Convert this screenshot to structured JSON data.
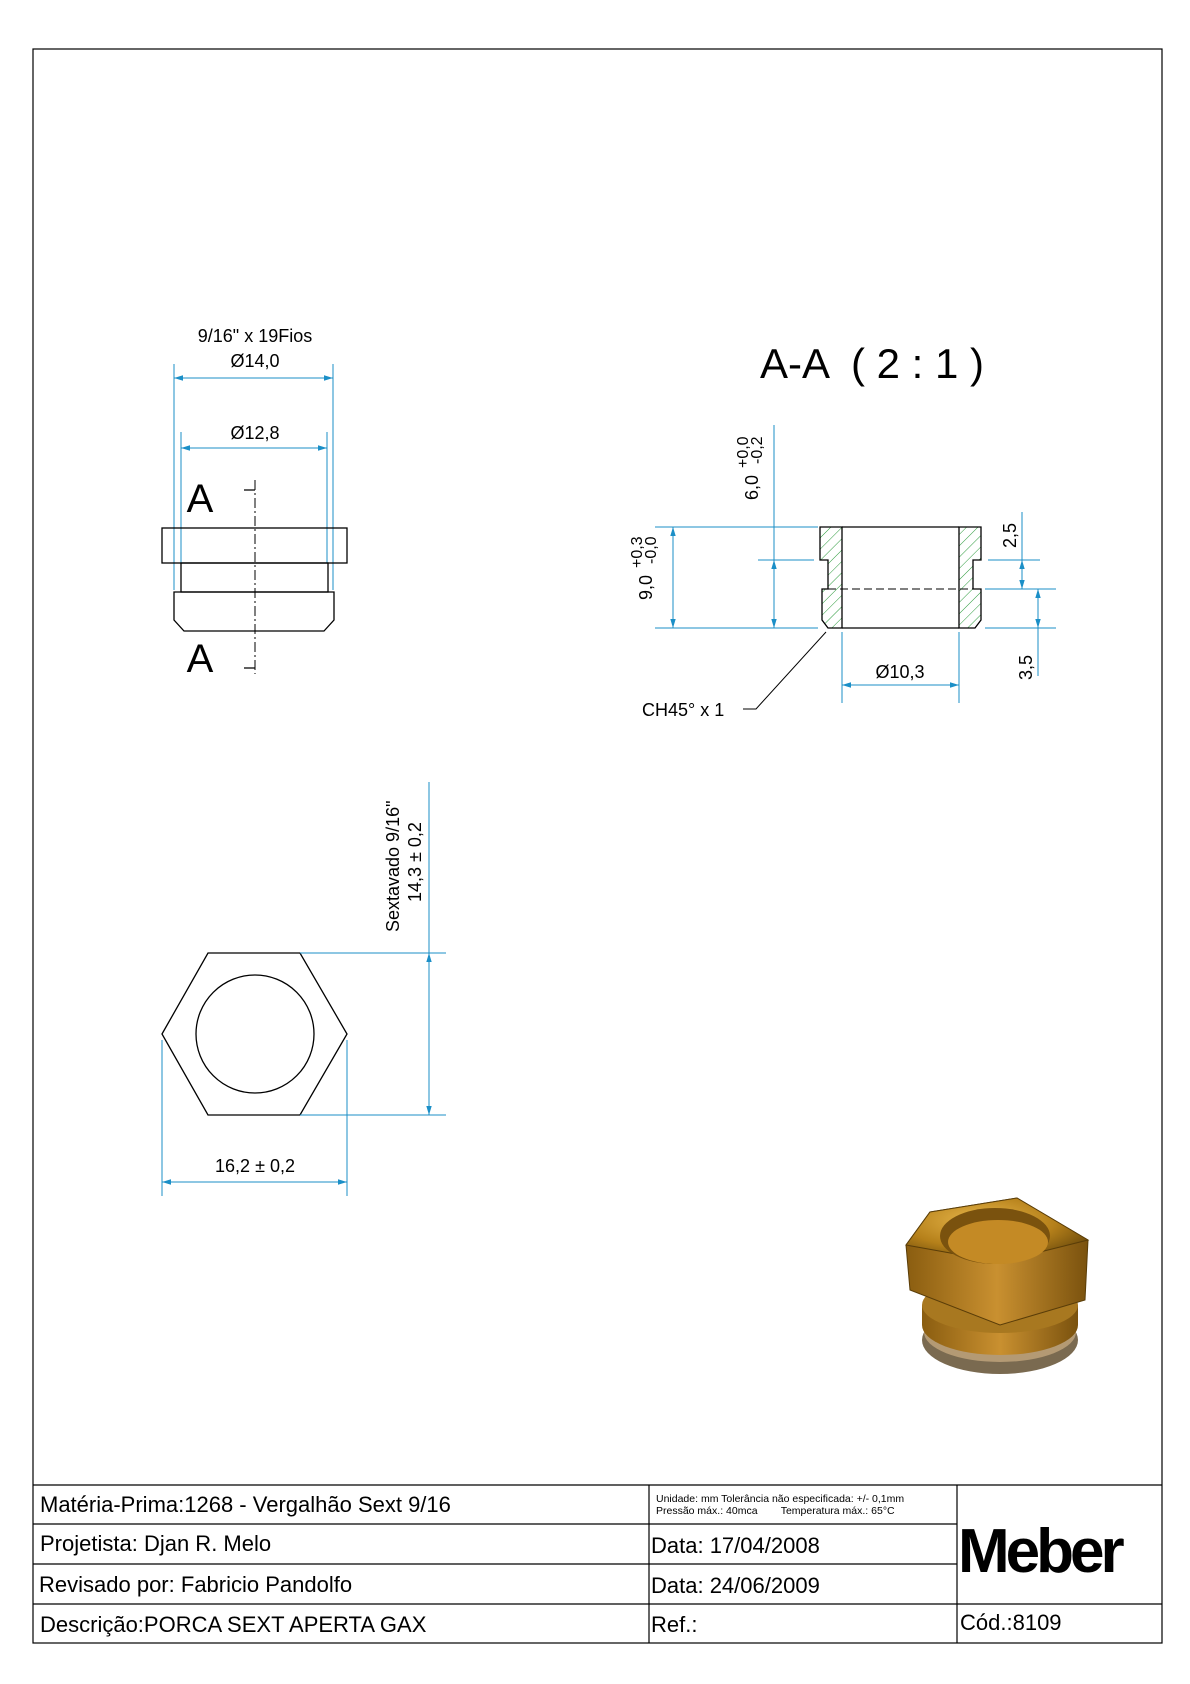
{
  "top_view": {
    "thread_label": "9/16\" x 19Fios",
    "dia_outer": "Ø14,0",
    "dia_inner": "Ø12,8",
    "section_mark_top": "A",
    "section_mark_bottom": "A"
  },
  "section_view": {
    "title": "A-A  ( 2 : 1 )",
    "dim_height_total": "9,0",
    "dim_height_total_tol_plus": "+0,3",
    "dim_height_total_tol_minus": "-0,0",
    "dim_height_6": "6,0",
    "dim_height_6_tol_plus": "+0,0",
    "dim_height_6_tol_minus": "-0,2",
    "dim_2_5": "2,5",
    "dim_3_5": "3,5",
    "dia_bore": "Ø10,3",
    "chamfer_note": "CH45° x 1"
  },
  "hex_view": {
    "hex_label": "Sextavado 9/16\"",
    "hex_flat_dim": "14,3 ± 0,2",
    "hex_corner_dim": "16,2 ± 0,2"
  },
  "title_block": {
    "materia_label": "Matéria-Prima:",
    "materia_value": "1268 - Vergalhão Sext 9/16",
    "notes_line1": "Unidade: mm Tolerância não especificada: +/- 0,1mm",
    "notes_line2": "Pressão máx.: 40mca        Temperatura máx.: 65°C",
    "projetista_label": "Projetista:",
    "projetista_value": "Djan R. Melo",
    "data1": "Data: 17/04/2008",
    "revisado_label": "Revisado por:",
    "revisado_value": "Fabricio Pandolfo",
    "data2": "Data: 24/06/2009",
    "descricao_label": "Descrição:",
    "descricao_value": "PORCA SEXT APERTA GAX",
    "ref_label": "Ref.:",
    "cod_label": "Cód.:",
    "cod_value": "8109",
    "logo": "Meber"
  }
}
